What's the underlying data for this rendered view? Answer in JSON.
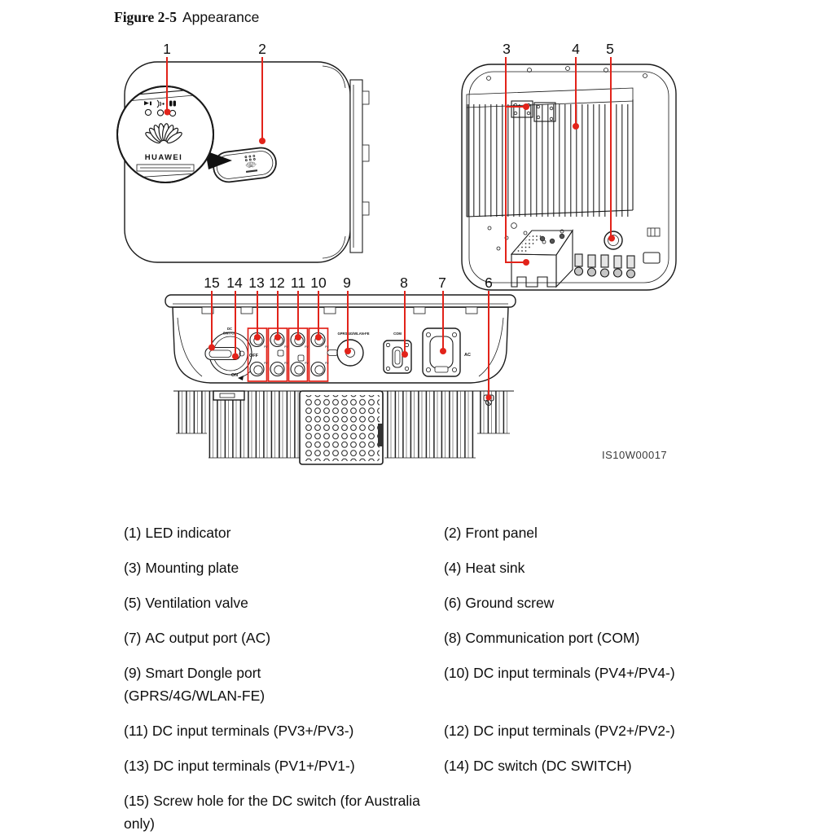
{
  "figure": {
    "label": "Figure 2-5",
    "title": "Appearance",
    "drawing_code": "IS10W00017"
  },
  "colors": {
    "callout": "#e2231a",
    "ink": "#1a1a1a",
    "plate_top": "#bcbcbc",
    "plate_front": "#a3a3a3",
    "plate_side": "#8a8a8a"
  },
  "callouts": {
    "front": [
      "1",
      "2"
    ],
    "rear": [
      "3",
      "4",
      "5"
    ],
    "bottom": [
      "15",
      "14",
      "13",
      "12",
      "11",
      "10",
      "9",
      "8",
      "7",
      "6"
    ]
  },
  "front_view": {
    "logo_text": "HUAWEI"
  },
  "bottom_view": {
    "labels": {
      "dc_line1": "DC",
      "dc_line2": "SWITCH",
      "off": "OFF",
      "on": "ON",
      "dongle": "GPRS/4G/WLAN-FE",
      "com": "COM",
      "ac": "AC",
      "pv": "PV"
    }
  },
  "legend": {
    "items": [
      {
        "num": "(1)",
        "label": "LED indicator"
      },
      {
        "num": "(2)",
        "label": "Front panel"
      },
      {
        "num": "(3)",
        "label": "Mounting plate"
      },
      {
        "num": "(4)",
        "label": "Heat sink"
      },
      {
        "num": "(5)",
        "label": "Ventilation valve"
      },
      {
        "num": "(6)",
        "label": "Ground screw"
      },
      {
        "num": "(7)",
        "label": "AC output port (AC)"
      },
      {
        "num": "(8)",
        "label": "Communication port (COM)"
      },
      {
        "num": "(9)",
        "label": "Smart Dongle port\n(GPRS/4G/WLAN-FE)"
      },
      {
        "num": "(10)",
        "label": "DC input terminals (PV4+/PV4-)"
      },
      {
        "num": "(11)",
        "label": "DC input terminals (PV3+/PV3-)"
      },
      {
        "num": "(12)",
        "label": "DC input terminals (PV2+/PV2-)"
      },
      {
        "num": "(13)",
        "label": "DC input terminals (PV1+/PV1-)"
      },
      {
        "num": "(14)",
        "label": "DC switch (DC SWITCH)"
      },
      {
        "num": "(15)",
        "label": "Screw hole for the DC switch (for Australia only)"
      }
    ]
  }
}
